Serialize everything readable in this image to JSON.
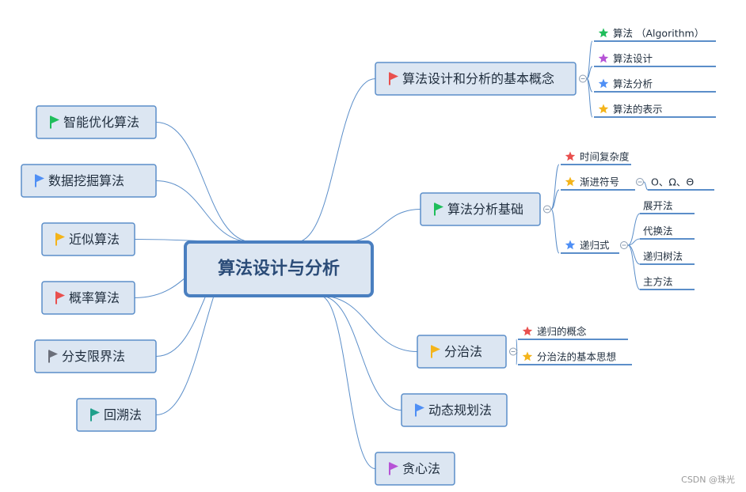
{
  "colors": {
    "line": "#5b8ec9",
    "node_fill": "#dce6f2",
    "node_border": "#5b8ec9",
    "root_fill": "#dce6f2",
    "root_border": "#4a7fc0",
    "text": "#1f2d3d",
    "root_text": "#2b4c78",
    "flag": {
      "red": "#e9504e",
      "green": "#1fbe5b",
      "blue": "#4f8ff5",
      "yellow": "#f4b41a",
      "gray": "#6b6f7a",
      "teal": "#20a08c",
      "purple": "#b653d6"
    },
    "star": {
      "red": "#e9504e",
      "green": "#1fbe5b",
      "blue": "#4f8ff5",
      "yellow": "#f4b41a",
      "purple": "#b653d6"
    }
  },
  "root": {
    "label": "算法设计与分析"
  },
  "left_branches": [
    {
      "label": "智能优化算法",
      "flag": "green"
    },
    {
      "label": "数据挖掘算法",
      "flag": "blue"
    },
    {
      "label": "近似算法",
      "flag": "yellow"
    },
    {
      "label": "概率算法",
      "flag": "red"
    },
    {
      "label": "分支限界法",
      "flag": "gray"
    },
    {
      "label": "回溯法",
      "flag": "teal"
    }
  ],
  "right_branches": [
    {
      "label": "算法设计和分析的基本概念",
      "flag": "red",
      "collapse_icon": "minus-circle-icon",
      "children": [
        {
          "label": "算法 （Algorithm）",
          "star": "green"
        },
        {
          "label": "算法设计",
          "star": "purple"
        },
        {
          "label": "算法分析",
          "star": "blue"
        },
        {
          "label": "算法的表示",
          "star": "yellow"
        }
      ]
    },
    {
      "label": "算法分析基础",
      "flag": "green",
      "collapse_icon": "minus-circle-icon",
      "children": [
        {
          "label": "时间复杂度",
          "star": "red"
        },
        {
          "label": "渐进符号",
          "star": "yellow",
          "collapse_icon": "minus-circle-icon",
          "children": [
            {
              "label": "O、Ω、Θ"
            }
          ]
        },
        {
          "label": "递归式",
          "star": "blue",
          "collapse_icon": "minus-circle-icon",
          "children": [
            {
              "label": "展开法"
            },
            {
              "label": "代换法"
            },
            {
              "label": "递归树法"
            },
            {
              "label": "主方法"
            }
          ]
        }
      ]
    },
    {
      "label": "分治法",
      "flag": "yellow",
      "collapse_icon": "minus-circle-icon",
      "children": [
        {
          "label": "递归的概念",
          "star": "red"
        },
        {
          "label": "分治法的基本思想",
          "star": "yellow"
        }
      ]
    },
    {
      "label": "动态规划法",
      "flag": "blue"
    },
    {
      "label": "贪心法",
      "flag": "purple"
    }
  ],
  "watermark": "CSDN @珠光"
}
